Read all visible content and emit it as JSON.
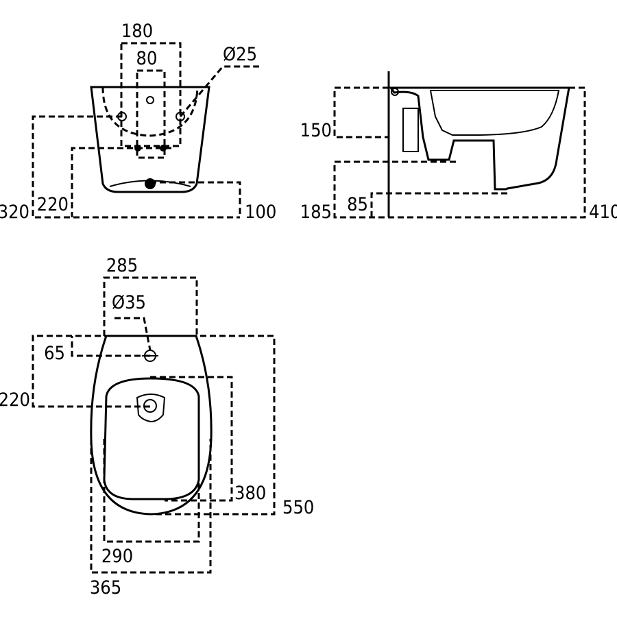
{
  "front_view": {
    "dim_width_outer": "180",
    "dim_width_inner": "80",
    "dim_hole_diameter": "Ø25",
    "dim_height_left": "320",
    "dim_height_mid": "220",
    "dim_height_right": "100"
  },
  "side_view": {
    "dim_top": "150",
    "dim_left_outer": "185",
    "dim_left_inner": "85",
    "dim_right": "410"
  },
  "top_view": {
    "dim_top_width": "285",
    "dim_tap_hole": "Ø35",
    "dim_tap_offset": "65",
    "dim_waste_offset": "220",
    "dim_bowl_length": "380",
    "dim_total_length": "550",
    "dim_bowl_width": "290",
    "dim_total_width": "365"
  }
}
